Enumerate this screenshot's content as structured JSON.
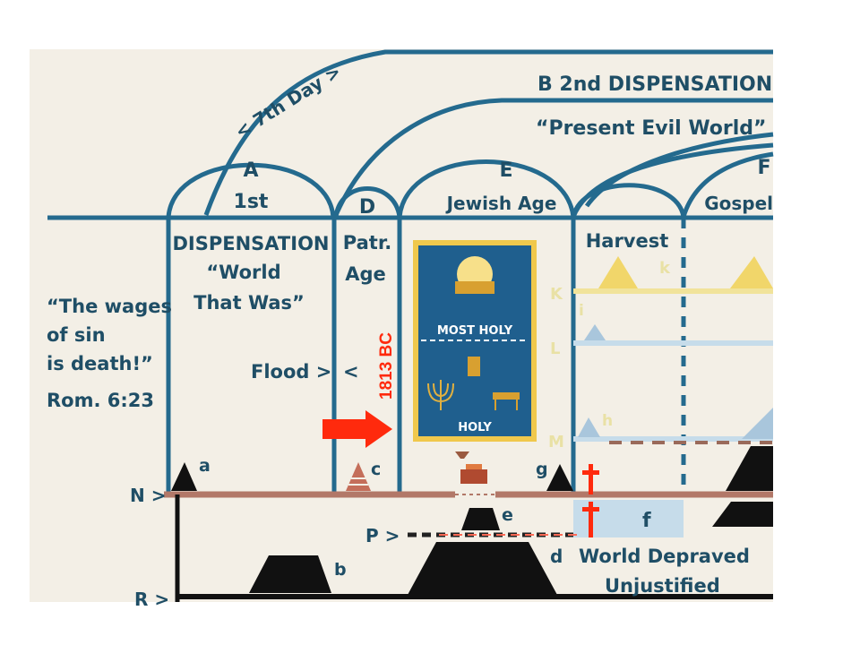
{
  "diagram": {
    "seventh_day": "< 7th Day >",
    "b_label": "B  2nd DISPENSATION",
    "b_subtitle": "“Present Evil World”",
    "a_letter": "A",
    "a_ordinal": "1st",
    "dispensation": "DISPENSATION",
    "world_that_was_1": "“World",
    "world_that_was_2": "That Was”",
    "d_letter": "D",
    "patr_1": "Patr.",
    "patr_2": "Age",
    "e_letter": "E",
    "jewish_age": "Jewish Age",
    "f_letter": "F",
    "gospel": "Gospel",
    "harvest": "Harvest",
    "wages_1": "“The wages",
    "wages_2": "of sin",
    "wages_3": "is death!”",
    "rom": "Rom. 6:23",
    "flood": "Flood >",
    "flood_arrow": "<",
    "most_holy": "MOST HOLY",
    "holy": "HOLY",
    "date_label": "1813 BC",
    "point_a": "a",
    "point_b": "b",
    "point_c": "c",
    "point_d": "d",
    "point_e": "e",
    "point_f": "f",
    "point_g": "g",
    "point_h": "h",
    "point_i": "i",
    "point_k": "k",
    "level_K": "K",
    "level_L": "L",
    "level_M": "M",
    "plane_N": "N >",
    "plane_P": "P >",
    "plane_R": "R >",
    "world_depraved": "World Depraved",
    "unjustified": "Unjustified"
  },
  "colors": {
    "line_blue": "#246a8e",
    "text_navy": "#1f4e66",
    "background": "#f3efe6",
    "plane_brown": "#b27868",
    "highlight_red": "#ff2a0d",
    "tabernacle_blue": "#1f5f8e",
    "tabernacle_gold": "#f0c84c",
    "pale_yellow": "#f1e39a",
    "pale_blue": "#c6dcea"
  }
}
